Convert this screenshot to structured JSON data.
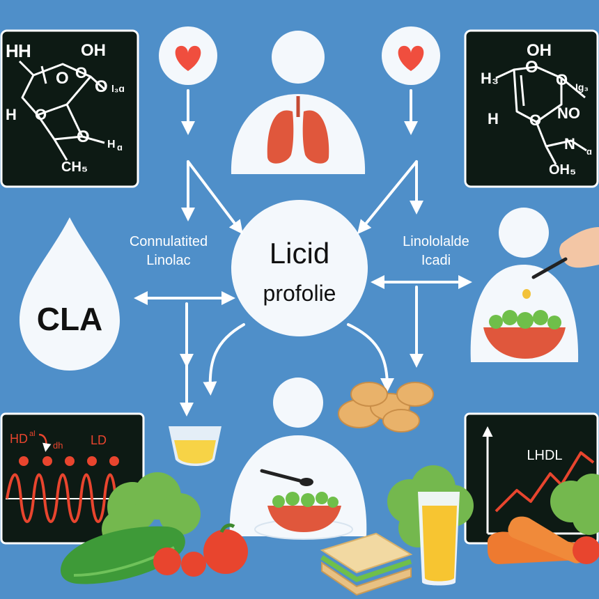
{
  "center": {
    "line1": "Licid",
    "line2": "profolie"
  },
  "cla_drop": {
    "label": "CLA"
  },
  "left_label": {
    "line1": "Connulatited",
    "line2": "Linolac"
  },
  "right_label": {
    "line1": "Linololalde",
    "line2": "Icadi"
  },
  "chem_left": {
    "h_top": "H",
    "h_top2": "H",
    "oh": "OH",
    "o1": "O",
    "o2": "O",
    "o3": "O",
    "o4": "O",
    "o5": "O",
    "h_mid": "H",
    "h_mid2": "H",
    "r1": "l₃ɑ",
    "r2": "ɑ",
    "ch": "CH₅"
  },
  "chem_right": {
    "oh": "OH",
    "h3": "H₃",
    "o1": "O",
    "o2": "O",
    "o3": "O",
    "h": "H",
    "no": "NO",
    "n": "N",
    "oh5": "OH₅",
    "ig": "Ig₃",
    "r": "ɑ"
  },
  "wave_panel": {
    "hd": "HD",
    "sup": "al",
    "dh": "dh",
    "ld": "LD"
  },
  "trend_panel": {
    "label": "LHDL"
  },
  "colors": {
    "background": "#4f8fc9",
    "panel": "#0d1a14",
    "heart": "#f04e3e",
    "lungs": "#e0573c",
    "figure": "#f4f8fc",
    "wave": "#e8452e",
    "dots": "#e8452e"
  }
}
